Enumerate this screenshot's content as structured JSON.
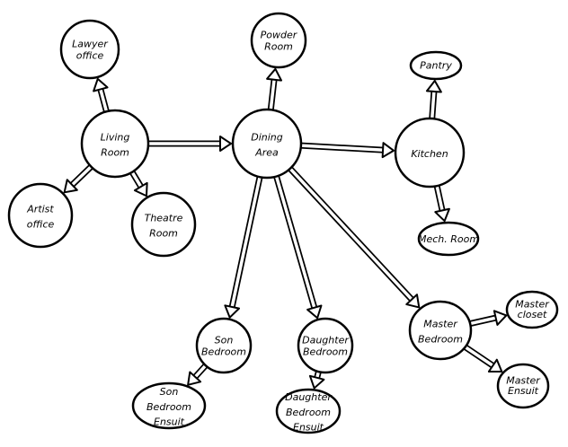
{
  "diagram": {
    "type": "bubble-diagram",
    "nodes": [
      {
        "id": "lawyer",
        "lines": [
          "Lawyer",
          "office"
        ]
      },
      {
        "id": "powder",
        "lines": [
          "Powder",
          "Room"
        ]
      },
      {
        "id": "pantry",
        "lines": [
          "Pantry"
        ]
      },
      {
        "id": "living",
        "lines": [
          "Living",
          "Room"
        ]
      },
      {
        "id": "dining",
        "lines": [
          "Dining",
          "Area"
        ]
      },
      {
        "id": "kitchen",
        "lines": [
          "Kitchen"
        ]
      },
      {
        "id": "artist",
        "lines": [
          "Artist",
          "office"
        ]
      },
      {
        "id": "theatre",
        "lines": [
          "Theatre",
          "Room"
        ]
      },
      {
        "id": "mech",
        "lines": [
          "Mech. Room"
        ]
      },
      {
        "id": "son",
        "lines": [
          "Son",
          "Bedroom"
        ]
      },
      {
        "id": "daughter",
        "lines": [
          "Daughter",
          "Bedroom"
        ]
      },
      {
        "id": "master",
        "lines": [
          "Master",
          "Bedroom"
        ]
      },
      {
        "id": "closet",
        "lines": [
          "Master",
          "closet"
        ]
      },
      {
        "id": "mensuit",
        "lines": [
          "Master",
          "Ensuit"
        ]
      },
      {
        "id": "sonensuit",
        "lines": [
          "Son",
          "Bedroom",
          "Ensuit"
        ]
      },
      {
        "id": "dauensuit",
        "lines": [
          "Daughter",
          "Bedroom",
          "Ensuit"
        ]
      }
    ],
    "edges": [
      {
        "from": "living",
        "to": "lawyer"
      },
      {
        "from": "living",
        "to": "dining"
      },
      {
        "from": "living",
        "to": "artist"
      },
      {
        "from": "living",
        "to": "theatre"
      },
      {
        "from": "dining",
        "to": "powder"
      },
      {
        "from": "dining",
        "to": "kitchen"
      },
      {
        "from": "dining",
        "to": "son"
      },
      {
        "from": "dining",
        "to": "daughter"
      },
      {
        "from": "dining",
        "to": "master"
      },
      {
        "from": "kitchen",
        "to": "pantry"
      },
      {
        "from": "kitchen",
        "to": "mech"
      },
      {
        "from": "master",
        "to": "closet"
      },
      {
        "from": "master",
        "to": "mensuit"
      },
      {
        "from": "son",
        "to": "sonensuit"
      },
      {
        "from": "daughter",
        "to": "dauensuit"
      }
    ]
  }
}
